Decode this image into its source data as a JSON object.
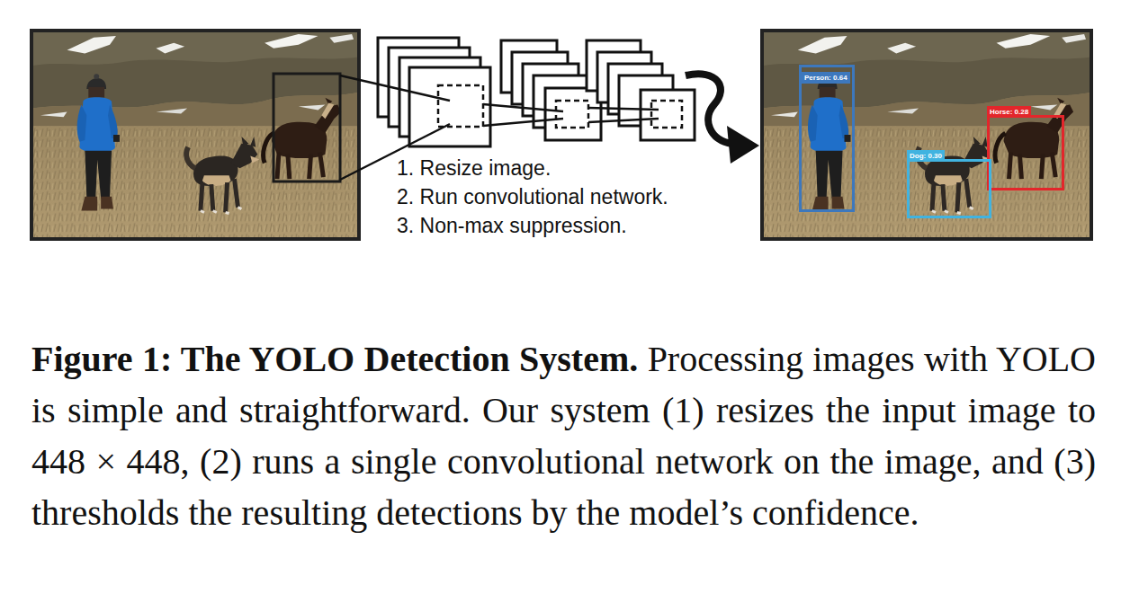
{
  "diagram": {
    "title": "Figure 1: The YOLO Detection System.",
    "caption": "Processing images with YOLO is simple and straightforward. Our system (1) resizes the input image to 448 × 448, (2) runs a single convolutional network on the image, and (3) thresholds the resulting detections by the model’s confidence.",
    "nodes": [
      {
        "text": [
          "Person: 0.64"
        ]
      },
      {
        "text": [
          "Horse: 0.28"
        ]
      },
      {
        "text": [
          "Dog: 0.30"
        ]
      }
    ],
    "labels": [
      "1. Resize image.",
      "2. Run convolutional network.",
      "3. Non-max suppression."
    ]
  }
}
